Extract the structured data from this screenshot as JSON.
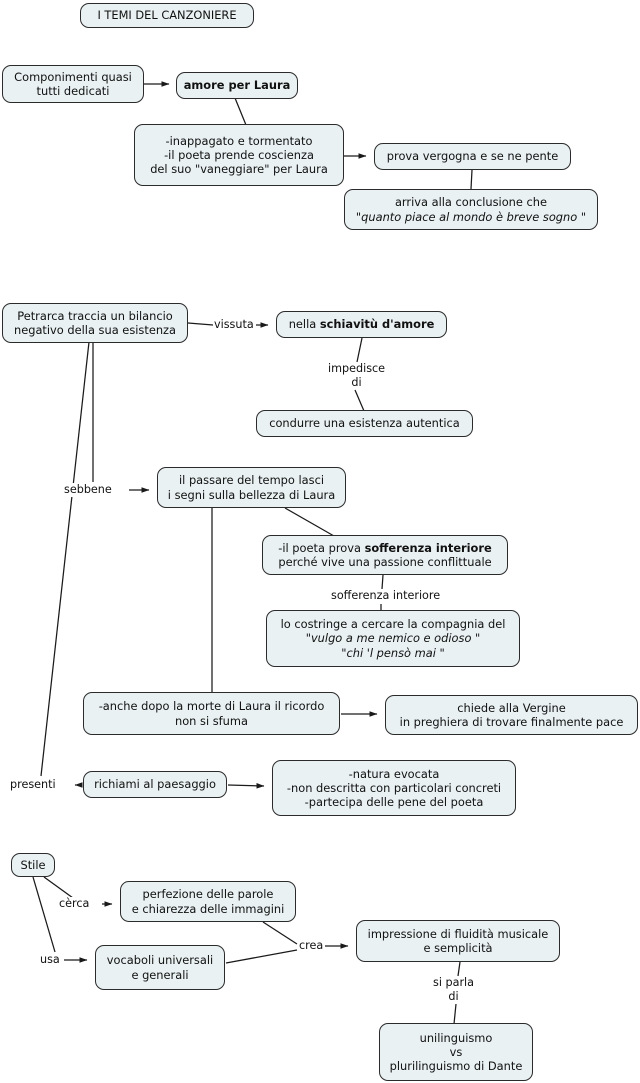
{
  "diagram": {
    "title": "I TEMI DEL CANZONIERE",
    "nodes": {
      "title": "I TEMI DEL CANZONIERE",
      "componimenti": "Componimenti quasi\ntutti dedicati",
      "amore_laura": "amore per Laura",
      "inappagato": "-inappagato e tormentato\n-il poeta prende coscienza\ndel suo \"vaneggiare\" per Laura",
      "vergogna": "prova vergogna e se ne pente",
      "conclusione_line1": "arriva alla conclusione che",
      "conclusione_line2": "\"quanto piace al mondo è breve sogno \"",
      "petrarca": "Petrarca traccia un bilancio\nnegativo della sua esistenza",
      "schiavitu_prefix": "nella ",
      "schiavitu_bold": "schiavitù d'amore",
      "condurre": "condurre una esistenza autentica",
      "passare_tempo": "il passare del tempo lasci\ni segni sulla bellezza di Laura",
      "sofferenza_line1_prefix": "-il poeta prova ",
      "sofferenza_line1_bold": "sofferenza interiore",
      "sofferenza_line2": "perché vive una passione conflittuale",
      "costringe_line1": "lo costringe a cercare la compagnia del",
      "costringe_line2": "\"vulgo a me nemico e odioso \"",
      "costringe_line3": "\"chi 'l pensò mai \"",
      "morte_laura": "-anche dopo la morte di Laura il ricordo\nnon si sfuma",
      "vergine": "chiede alla Vergine\nin preghiera di trovare finalmente pace",
      "richiami": "richiami al paesaggio",
      "natura": "-natura evocata\n-non descritta con particolari concreti\n-partecipa delle pene del poeta",
      "stile": "Stile",
      "perfezione": "perfezione delle parole\ne chiarezza delle immagini",
      "vocaboli": "vocaboli universali\ne generali",
      "impressione": "impressione di fluidità musicale\ne semplicità",
      "unilinguismo": "unilinguismo\nvs\nplurilinguismo di Dante"
    },
    "edge_labels": {
      "vissuta": "vissuta",
      "impedisce_di": "impedisce\ndi",
      "sebbene": "sebbene",
      "sofferenza_interiore": "sofferenza interiore",
      "presenti": "presenti",
      "cerca": "cèrca",
      "usa": "usa",
      "crea": "crea",
      "si_parla_di": "si parla\ndi"
    },
    "colors": {
      "node_fill": "#e9f1f3",
      "node_border": "#2b2b2b",
      "edge_stroke": "#1a1a1a",
      "text": "#111111",
      "background": "#ffffff"
    }
  }
}
